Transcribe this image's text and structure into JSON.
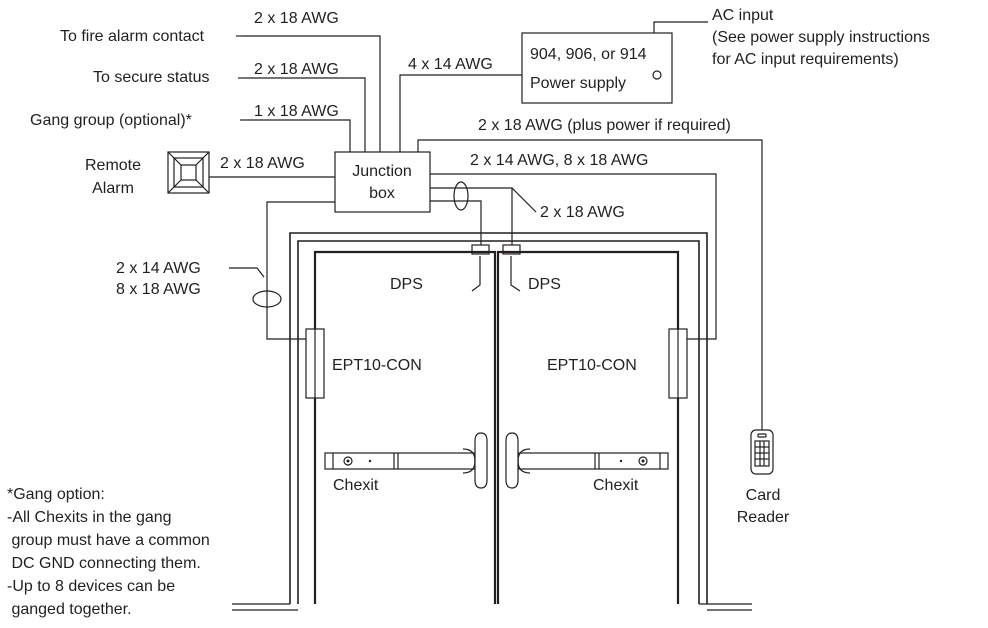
{
  "labels": {
    "fire_alarm": "To fire alarm contact",
    "secure_status": "To secure status",
    "gang_group": "Gang group (optional)*",
    "remote_alarm_line1": "Remote",
    "remote_alarm_line2": "Alarm",
    "junction_line1": "Junction",
    "junction_line2": "box",
    "power_line1": "904, 906, or 914",
    "power_line2": "Power supply",
    "ac_input_line1": "AC input",
    "ac_input_line2": "(See power supply instructions",
    "ac_input_line3": "for AC input requirements)",
    "dps_left": "DPS",
    "dps_right": "DPS",
    "ept_left": "EPT10-CON",
    "ept_right": "EPT10-CON",
    "chexit_left": "Chexit",
    "chexit_right": "Chexit",
    "card_reader_line1": "Card",
    "card_reader_line2": "Reader"
  },
  "wires": {
    "fire_alarm": "2 x 18 AWG",
    "secure_status": "2 x 18 AWG",
    "gang_group": "1 x 18 AWG",
    "remote_alarm": "2 x 18 AWG",
    "power_supply": "4 x 14 AWG",
    "card_reader": "2 x 18 AWG (plus power if required)",
    "right_ept": "2 x 14  AWG, 8 x 18 AWG",
    "dps": "2 x 18 AWG",
    "left_ept_line1": "2 x 14 AWG",
    "left_ept_line2": "8 x 18 AWG"
  },
  "gang_note": {
    "line1": "*Gang option:",
    "line2": "-All Chexits in the gang",
    "line3": " group must have a common",
    "line4": " DC GND connecting them.",
    "line5": "-Up to 8 devices can be",
    "line6": " ganged together."
  }
}
